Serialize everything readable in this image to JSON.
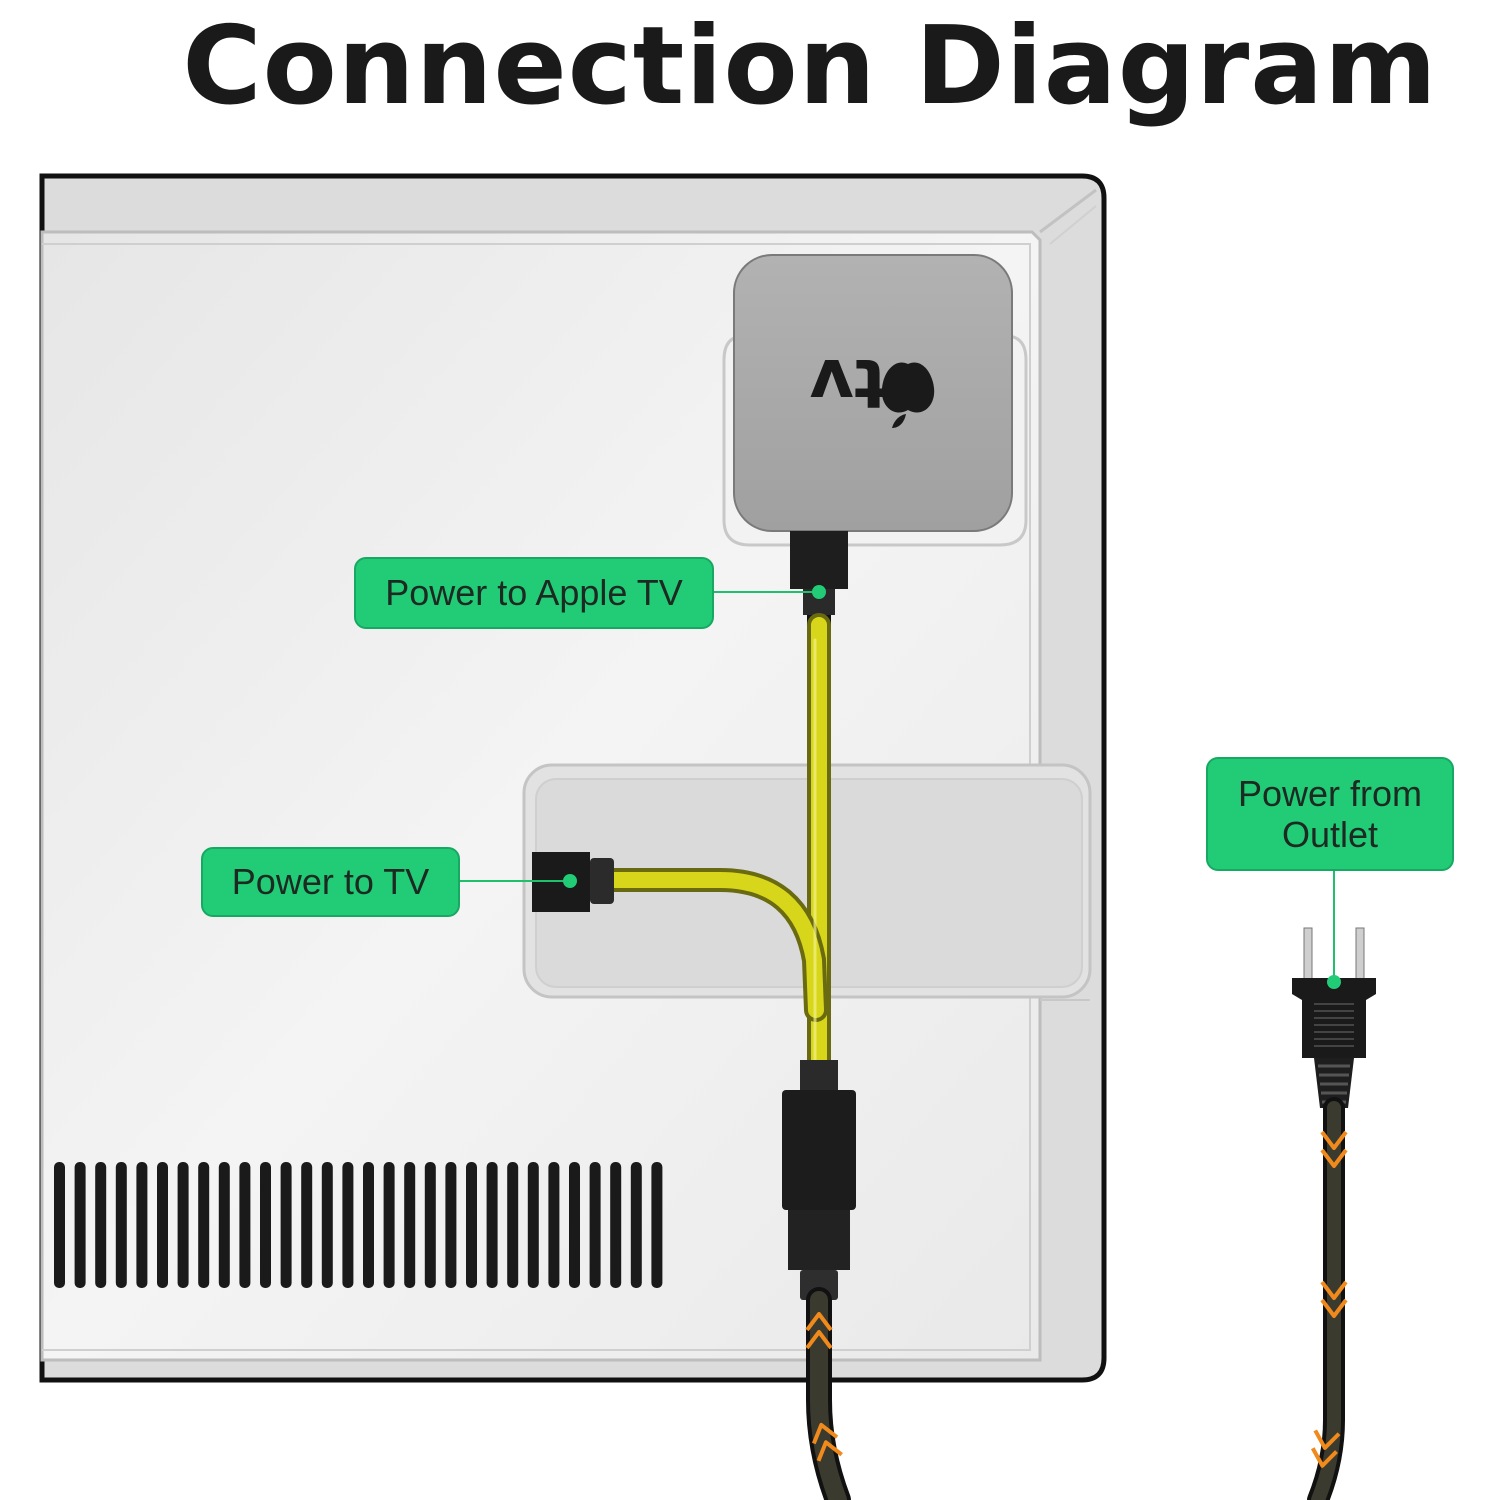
{
  "title": "Connection Diagram",
  "labels": {
    "power_to_apple_tv": "Power to Apple TV",
    "power_to_tv": "Power to TV",
    "power_from_outlet": "Power from\nOutlet"
  },
  "device": {
    "logo_text": "tv",
    "logo_icon": "apple-logo-icon"
  },
  "colors": {
    "label_green": "#22cc77",
    "cable_yellow": "#d8d61a",
    "cable_dark": "#3a3a2e",
    "arrow_orange": "#f08a1c",
    "tv_panel": "#ececec",
    "apple_tv_box": "#a6a6a6"
  }
}
